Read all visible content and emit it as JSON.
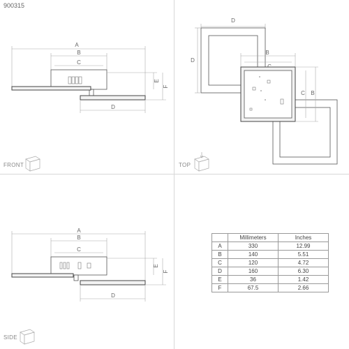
{
  "product_code": "900315",
  "views": {
    "front": "FRONT",
    "top": "TOP",
    "side": "SIDE"
  },
  "dimension_letters": {
    "a": "A",
    "b": "B",
    "c": "C",
    "d": "D",
    "e": "E",
    "f": "F"
  },
  "table": {
    "headers": [
      "",
      "Millimeters",
      "Inches"
    ],
    "rows": [
      {
        "key": "A",
        "mm": "330",
        "in": "12.99"
      },
      {
        "key": "B",
        "mm": "140",
        "in": "5.51"
      },
      {
        "key": "C",
        "mm": "120",
        "in": "4.72"
      },
      {
        "key": "D",
        "mm": "160",
        "in": "6.30"
      },
      {
        "key": "E",
        "mm": "36",
        "in": "1.42"
      },
      {
        "key": "F",
        "mm": "67.5",
        "in": "2.66"
      }
    ]
  }
}
